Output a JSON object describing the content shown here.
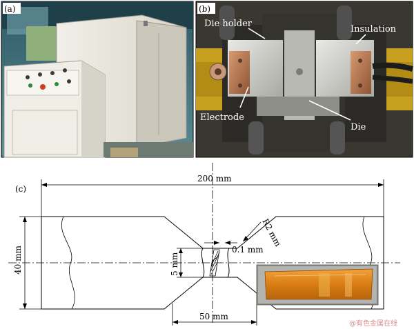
{
  "panels": {
    "a": {
      "tag": "(a)"
    },
    "b": {
      "tag": "(b)",
      "labels": {
        "die_holder": "Die holder",
        "insulation": "Insulation",
        "electrode": "Electrode",
        "die": "Die"
      }
    },
    "c": {
      "tag": "(c)",
      "dimensions": {
        "length": "200 mm",
        "width": "40 mm",
        "radius": "R2 mm",
        "thickness": "0.1 mm",
        "gauge_width": "5 mm",
        "gauge_length": "50 mm"
      }
    }
  },
  "watermark": "@有色金属在线",
  "colors": {
    "cabinet": "#e9e6dc",
    "room_wall": "#3a6c78",
    "die_plate": "#2b2b28",
    "yellow_base": "#c8a21a",
    "copper": "#b87850",
    "steel": "#cfcfcb",
    "specimen_orange": "#e08a1e"
  }
}
